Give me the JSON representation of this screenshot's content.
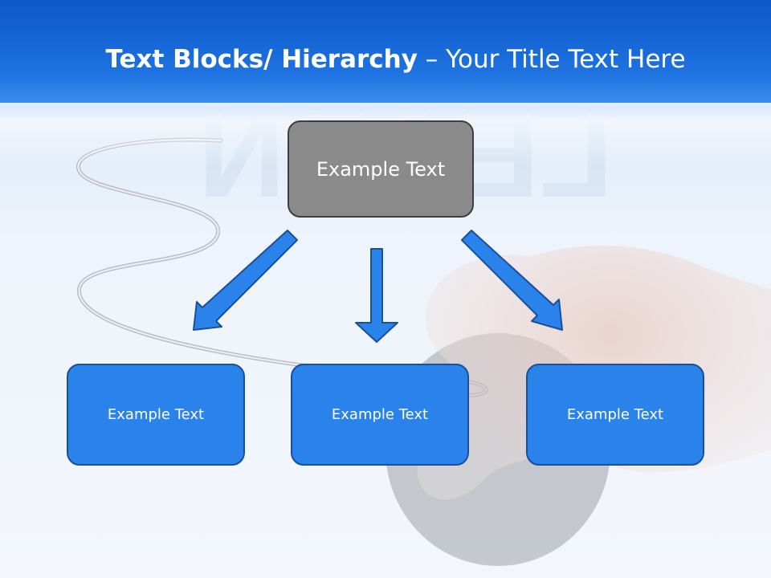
{
  "slide": {
    "title_bold": "Text Blocks/ Hierarchy",
    "title_rest": " – Your Title Text Here",
    "watermark_text": "LEARN"
  },
  "diagram": {
    "top_box": {
      "label": "Example Text",
      "fill": "#8a8a8a"
    },
    "child_boxes": [
      {
        "label": "Example Text"
      },
      {
        "label": "Example Text"
      },
      {
        "label": "Example Text"
      }
    ],
    "accent_color": "#2a83ea"
  }
}
